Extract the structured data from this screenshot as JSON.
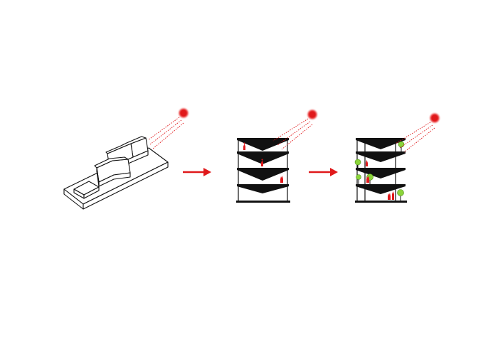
{
  "diagram": {
    "stages": [
      {
        "name": "massing-model"
      },
      {
        "name": "stepped-floors"
      },
      {
        "name": "stepped-floors-with-greenery"
      }
    ],
    "colors": {
      "sun": "#e0191b",
      "rays": "#e0191b",
      "arrows": "#e0191b",
      "people": "#e0191b",
      "trees": "#8bd43a",
      "lines": "#111111",
      "background": "#ffffff"
    },
    "icons": [
      "sun-icon",
      "sun-ray-icon",
      "right-arrow-icon",
      "person-icon",
      "tree-icon"
    ]
  }
}
